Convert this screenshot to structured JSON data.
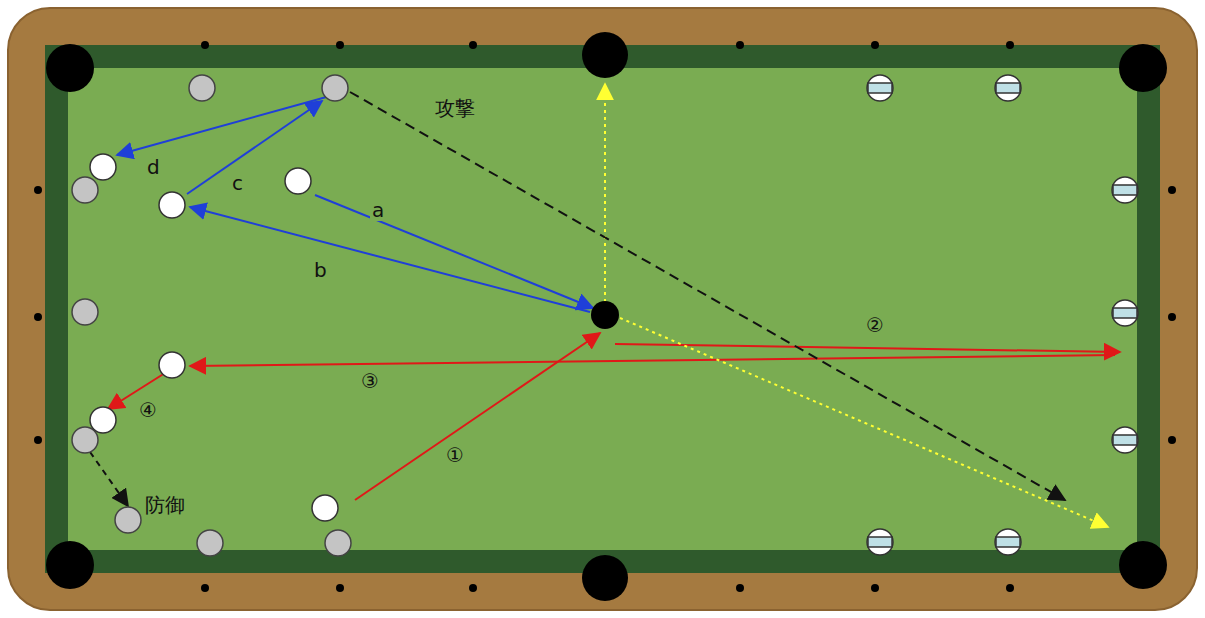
{
  "diagram": {
    "labels": [
      "攻撃",
      "d",
      "c",
      "a",
      "b",
      "②",
      "③",
      "④",
      "①",
      "防御"
    ]
  }
}
